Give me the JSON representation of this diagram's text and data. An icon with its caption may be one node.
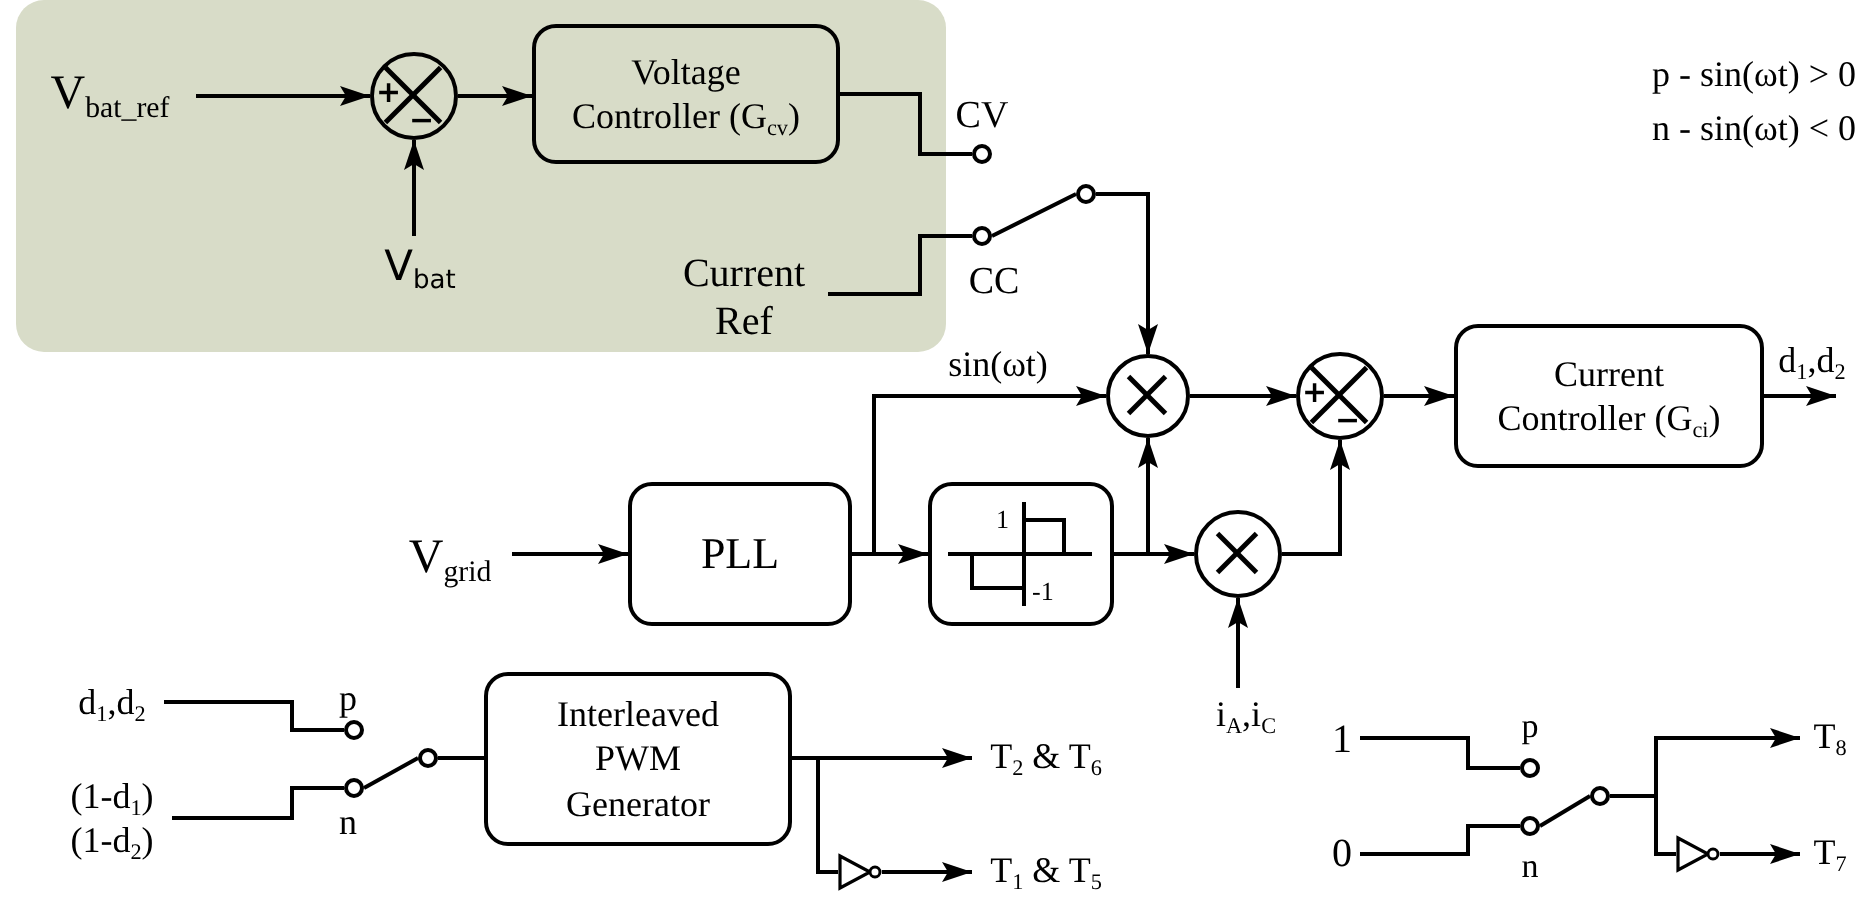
{
  "diagram": {
    "nodes": [
      {
        "text": [],
        "shape": "box"
      },
      {
        "text": [
          "V$_{bat_ref}$"
        ],
        "in": 0
      },
      {
        "text": [
          "+",
          "−"
        ],
        "in": 0
      },
      {
        "text": [
          "Voltage Controller (G$_{cv}$)"
        ],
        "in": 0
      },
      {
        "text": [
          "V$_{bat}$"
        ],
        "in": 0
      },
      {
        "text": [
          "Current Ref"
        ],
        "in": 0
      },
      {
        "text": [],
        "shape": "circle",
        "beside": [
          "CV"
        ]
      },
      {
        "text": [],
        "shape": "circle",
        "beside": [
          "CC"
        ]
      },
      {
        "text": [],
        "shape": "circle"
      },
      {
        "text": [],
        "shape": "circle"
      },
      {
        "text": [
          "+",
          "−"
        ]
      },
      {
        "text": [
          "Current Controller (G$_{ci}$)"
        ]
      },
      {
        "text": [
          "V$_{grid}$"
        ]
      },
      {
        "text": [
          "PLL"
        ]
      },
      {
        "text": [
          "1",
          "-1"
        ]
      },
      {
        "text": [],
        "shape": "circle"
      },
      {
        "text": [
          "i$_{A}$,i$_{C}$"
        ]
      },
      {
        "text": [
          "d$_{1}$,d$_{2}$"
        ]
      },
      {
        "text": [
          "(1-d$_{1}$) (1-d$_{2}$)"
        ]
      },
      {
        "text": [],
        "shape": "circle",
        "beside": [
          "p"
        ]
      },
      {
        "text": [],
        "shape": "circle",
        "beside": [
          "n"
        ]
      },
      {
        "text": [],
        "shape": "circle"
      },
      {
        "text": [
          "Interleaved PWM Generator"
        ]
      },
      {
        "text": [
          "T$_{2}$ & T$_{6}$"
        ]
      },
      {
        "text": [],
        "shape": "triangle"
      },
      {
        "text": [
          "T$_{1}$ & T$_{5}$"
        ]
      },
      {
        "text": [
          "1"
        ]
      },
      {
        "text": [
          "0"
        ]
      },
      {
        "text": [],
        "shape": "circle",
        "beside": [
          "p"
        ]
      },
      {
        "text": [],
        "shape": "circle",
        "beside": [
          "n"
        ]
      },
      {
        "text": [],
        "shape": "circle"
      },
      {
        "text": [
          "T$_{8}$"
        ]
      },
      {
        "text": [],
        "shape": "triangle"
      },
      {
        "text": [
          "T$_{7}$"
        ]
      }
    ],
    "edges": [
      {
        "from": 1,
        "to": 2,
        "arrow": "to"
      },
      {
        "from": 4,
        "to": 2,
        "arrow": "to"
      },
      {
        "from": 2,
        "to": 3,
        "arrow": "to"
      },
      {
        "from": 3,
        "to": 6,
        "arrow": "none"
      },
      {
        "from": 5,
        "to": 7,
        "arrow": "none"
      },
      {
        "from": 8,
        "to": 9,
        "arrow": "to"
      },
      {
        "from": 9,
        "to": 10,
        "arrow": "to"
      },
      {
        "from": 10,
        "to": 11,
        "arrow": "to"
      },
      {
        "from": 11,
        "to": null,
        "arrow": "to",
        "label": "d$_{1}$,d$_{2}$"
      },
      {
        "from": 12,
        "to": 13,
        "arrow": "to"
      },
      {
        "from": 13,
        "to": 14,
        "arrow": "to"
      },
      {
        "from": 13,
        "to": 9,
        "arrow": "to",
        "label": "sin(ωt)"
      },
      {
        "from": 14,
        "to": 15,
        "arrow": "to"
      },
      {
        "from": 14,
        "to": 9,
        "arrow": "to"
      },
      {
        "from": 15,
        "to": 10,
        "arrow": "to"
      },
      {
        "from": 16,
        "to": 15,
        "arrow": "to"
      },
      {
        "from": 17,
        "to": 19,
        "arrow": "none"
      },
      {
        "from": 18,
        "to": 20,
        "arrow": "none"
      },
      {
        "from": 21,
        "to": 22,
        "arrow": "none"
      },
      {
        "from": 22,
        "to": 23,
        "arrow": "to"
      },
      {
        "from": 22,
        "to": 24,
        "arrow": "none"
      },
      {
        "from": 24,
        "to": 25,
        "arrow": "to"
      },
      {
        "from": 26,
        "to": 28,
        "arrow": "none"
      },
      {
        "from": 27,
        "to": 29,
        "arrow": "none"
      },
      {
        "from": 30,
        "to": 31,
        "arrow": "to"
      },
      {
        "from": 30,
        "to": 32,
        "arrow": "none"
      },
      {
        "from": 32,
        "to": 33,
        "arrow": "to"
      },
      {
        "from": 8,
        "to": 7,
        "arrow": "none"
      },
      {
        "from": 21,
        "to": 20,
        "arrow": "none"
      },
      {
        "from": 30,
        "to": 29,
        "arrow": "none"
      }
    ],
    "labels": [
      "p - sin(ωt) > 0",
      "n - sin(ωt) < 0"
    ]
  }
}
